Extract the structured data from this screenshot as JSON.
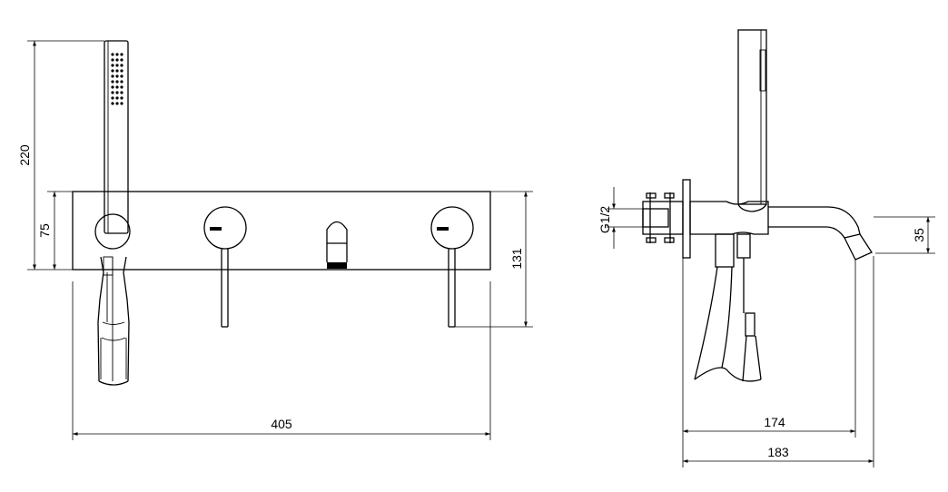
{
  "front_view": {
    "dim_height_hand_shower": "220",
    "dim_height_plate": "75",
    "dim_height_total": "131",
    "dim_width_total": "405"
  },
  "side_view": {
    "dim_thread": "G1/2",
    "dim_spout_drop": "35",
    "dim_projection_spout": "174",
    "dim_projection_total": "183"
  }
}
